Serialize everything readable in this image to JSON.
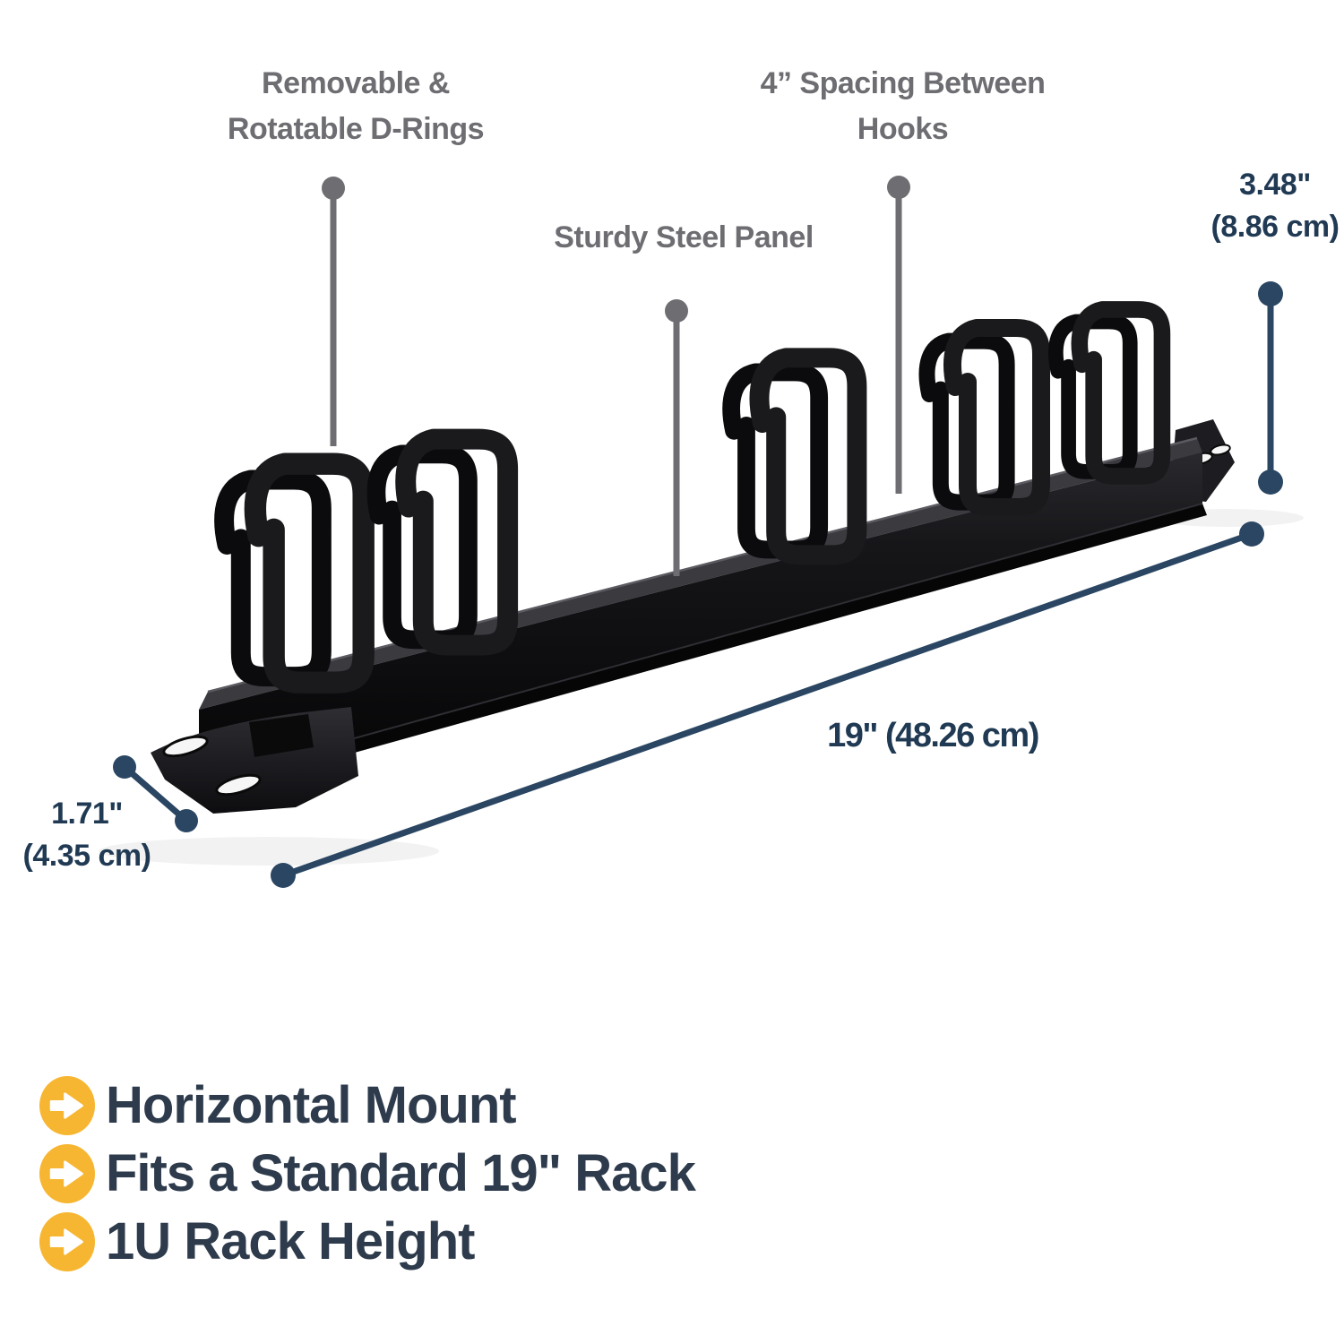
{
  "callouts": {
    "d_rings": {
      "line1": "Removable &",
      "line2": "Rotatable D-Rings"
    },
    "spacing": {
      "line1": "4” Spacing Between",
      "line2": "Hooks"
    },
    "panel": {
      "label": "Sturdy Steel Panel"
    }
  },
  "dimensions": {
    "height": {
      "line1": "3.48\"",
      "line2": "(8.86 cm)"
    },
    "width": {
      "label": "19\" (48.26 cm)"
    },
    "depth": {
      "line1": "1.71\"",
      "line2": "(4.35 cm)"
    }
  },
  "features": {
    "icon": "arrow-right-icon",
    "items": [
      {
        "label": "Horizontal Mount"
      },
      {
        "label": "Fits a Standard 19\" Rack"
      },
      {
        "label": "1U Rack Height"
      }
    ]
  },
  "colors": {
    "callout_gray": "#6d6d72",
    "dimension_navy_line": "#2a4663",
    "dimension_navy_text": "#213a54",
    "feature_text_navy": "#2e3b4c",
    "bullet_yellow": "#f7b631",
    "product_black": "#111114",
    "background": "#ffffff"
  }
}
